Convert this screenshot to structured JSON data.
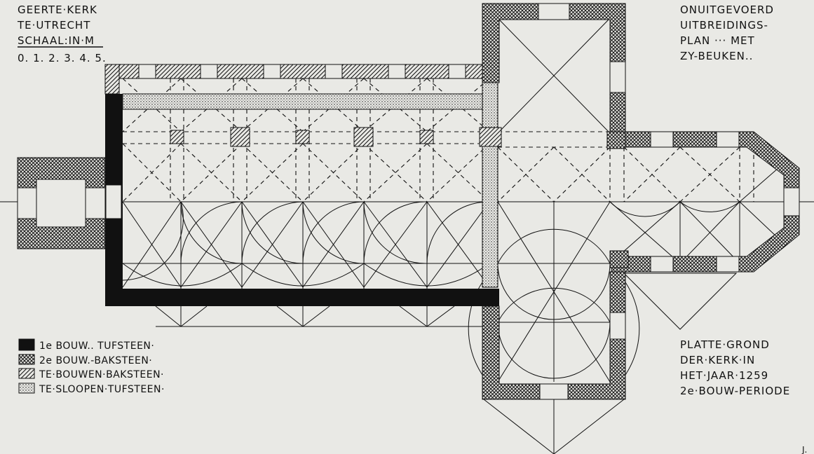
{
  "title_top_left": {
    "line1": "GEERTE·KERK",
    "line2": "TE·UTRECHT",
    "line3": "SCHAAL:IN·M",
    "scale": "0. 1. 2. 3. 4. 5."
  },
  "title_top_right": {
    "line1": "ONUITGEVOERD",
    "line2": "UITBREIDINGS-",
    "line3": "PLAN ··· MET",
    "line4": "ZY-BEUKEN.."
  },
  "title_bottom_right": {
    "line1": "PLATTE·GROND",
    "line2": "DER·KERK·IN",
    "line3": "HET·JAAR·1259",
    "line4": "2e·BOUW-PERIODE"
  },
  "legend": [
    {
      "label": "1e BOUW.. TUFSTEEN·",
      "pattern": "solid"
    },
    {
      "label": "2e BOUW.-BAKSTEEN·",
      "pattern": "crosshatch"
    },
    {
      "label": "TE·BOUWEN·BAKSTEEN·",
      "pattern": "diagonal"
    },
    {
      "label": "TE·SLOOPEN·TUFSTEEN·",
      "pattern": "dotted"
    }
  ],
  "signature": "J.",
  "colors": {
    "ink": "#111111",
    "paper": "#e9e9e5"
  }
}
